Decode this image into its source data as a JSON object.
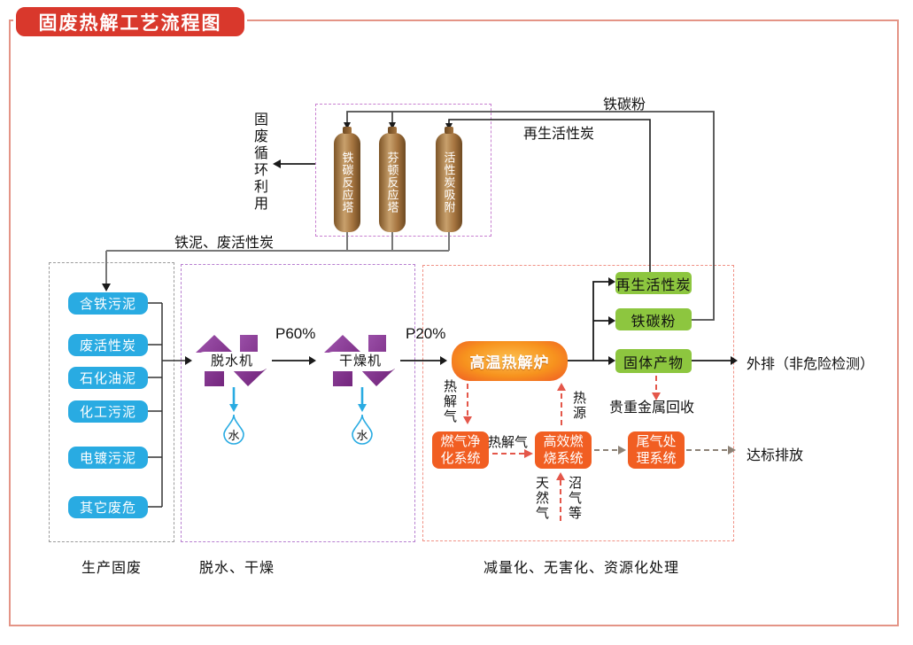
{
  "title": "固废热解工艺流程图",
  "towers": {
    "recycle_label": "固废循环利用",
    "items": [
      "铁碳反应塔",
      "芬顿反应塔",
      "活性炭吸附"
    ],
    "iron_carbon_powder_label": "铁碳粉",
    "regen_carbon_label": "再生活性炭",
    "return_label": "铁泥、废活性炭"
  },
  "waste": {
    "items": [
      "含铁污泥",
      "废活性炭",
      "石化油泥",
      "化工污泥",
      "电镀污泥",
      "其它废危"
    ],
    "caption": "生产固废"
  },
  "drying": {
    "dewater_machine": "脱水机",
    "dry_machine": "干燥机",
    "p60_label": "P60%",
    "p20_label": "P20%",
    "water_label": "水",
    "caption": "脱水、干燥"
  },
  "pyrolysis": {
    "furnace": "高温热解炉",
    "outputs": [
      "再生活性炭",
      "铁碳粉",
      "固体产物"
    ],
    "external_discharge": "外排（非危险检测）",
    "precious_metal": "贵重金属回收",
    "pyrolysis_gas_vertical": "热解气",
    "heat_source": "热源",
    "gas_purification": "燃气净化系统",
    "combustion": "高效燃烧系统",
    "tail_gas_treatment": "尾气处理系统",
    "pyrolysis_gas_horizontal": "热解气",
    "natural_gas": "天然气",
    "biogas": "沼气等",
    "standard_discharge": "达标排放",
    "caption": "减量化、无害化、资源化处理"
  },
  "colors": {
    "accent_red": "#d9382c",
    "page_border_red": "#e49486",
    "input_blue": "#29abe2",
    "output_green": "#8dc63f",
    "system_orange": "#f15e22",
    "machine_purple": "#8a3b96",
    "tower_tan": "#b58650",
    "dashed_arrow_red": "#e4574a",
    "dashed_arrow_gray": "#8d8276"
  }
}
